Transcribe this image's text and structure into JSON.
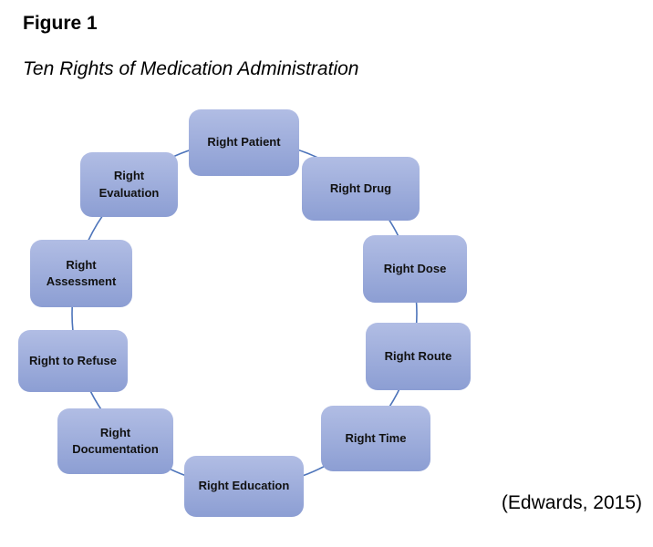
{
  "figure": {
    "label": "Figure 1",
    "title": "Ten Rights of Medication Administration",
    "citation": "(Edwards, 2015)"
  },
  "diagram": {
    "type": "cycle",
    "connector_color": "#4d74ba",
    "box_fill_top": "#b1bde4",
    "box_fill_bottom": "#8c9ed3",
    "boxes": [
      {
        "id": "right-patient",
        "label": "Right Patient"
      },
      {
        "id": "right-drug",
        "label": "Right Drug"
      },
      {
        "id": "right-dose",
        "label": "Right Dose"
      },
      {
        "id": "right-route",
        "label": "Right Route"
      },
      {
        "id": "right-time",
        "label": "Right Time"
      },
      {
        "id": "right-education",
        "label": "Right Education"
      },
      {
        "id": "right-documentation",
        "label": "Right\nDocumentation"
      },
      {
        "id": "right-to-refuse",
        "label": "Right to Refuse"
      },
      {
        "id": "right-assessment",
        "label": "Right\nAssessment"
      },
      {
        "id": "right-evaluation",
        "label": "Right\nEvaluation"
      }
    ]
  }
}
